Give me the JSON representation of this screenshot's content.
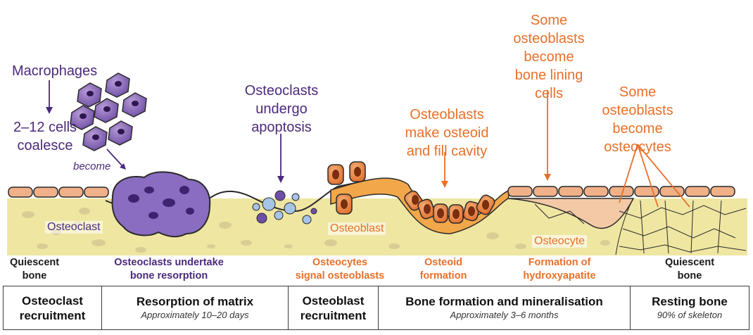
{
  "labels": {
    "macrophages": "Macrophages",
    "cells_coalesce_1": "2–12 cells",
    "cells_coalesce_2": "coalesce",
    "become": "become",
    "osteoclasts_apoptosis": [
      "Osteoclasts",
      "undergo",
      "apoptosis"
    ],
    "osteoblasts_osteoid": [
      "Osteoblasts",
      "make osteoid",
      "and fill cavity"
    ],
    "bone_lining": [
      "Some",
      "osteoblasts",
      "become",
      "bone lining",
      "cells"
    ],
    "become_osteocytes": [
      "Some",
      "osteoblasts",
      "become",
      "osteocytes"
    ]
  },
  "in_bone_labels": {
    "osteoclast": "Osteoclast",
    "osteoblast": "Osteoblast",
    "osteocyte": "Osteocyte"
  },
  "stages": [
    {
      "line1": "Quiescent",
      "line2": "bone"
    },
    {
      "line1": "Osteoclasts undertake",
      "line2": "bone resorption"
    },
    {
      "line1": "Osteocytes",
      "line2": "signal osteoblasts"
    },
    {
      "line1": "Osteoid",
      "line2": "formation"
    },
    {
      "line1": "Formation of",
      "line2": "hydroxyapatite"
    },
    {
      "line1": "Quiescent",
      "line2": "bone"
    }
  ],
  "phases": [
    {
      "title": "Osteoclast recruitment",
      "subtitle": ""
    },
    {
      "title": "Resorption of matrix",
      "subtitle": "Approximately 10–20 days"
    },
    {
      "title": "Osteoblast recruitment",
      "subtitle": ""
    },
    {
      "title": "Bone formation and mineralisation",
      "subtitle": "Approximately 3–6 months"
    },
    {
      "title": "Resting bone",
      "subtitle": "90% of skeleton"
    }
  ],
  "colors": {
    "osteoclast_purple": "#4b2a7b",
    "osteoblast_orange": "#e8702a",
    "bone_yellow": "#f3eba6",
    "lining_cell": "#f0b088"
  }
}
